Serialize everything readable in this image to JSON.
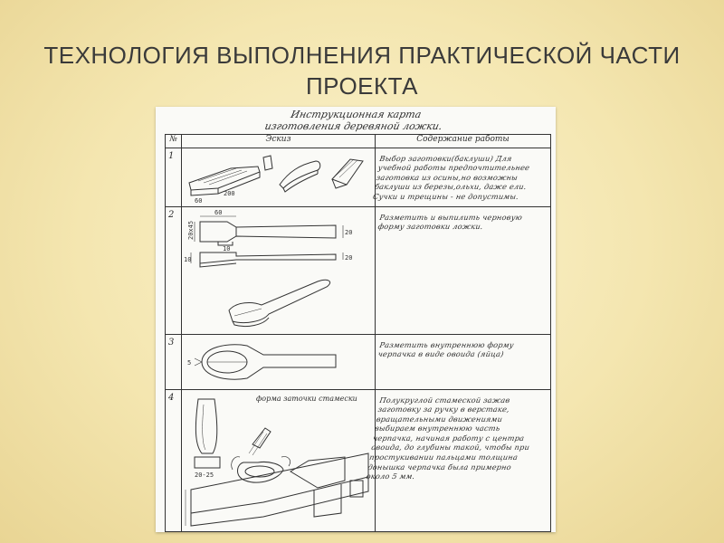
{
  "slide": {
    "title_line1": "ТЕХНОЛОГИЯ ВЫПОЛНЕНИЯ ПРАКТИЧЕСКОЙ ЧАСТИ",
    "title_line2": "ПРОЕКТА"
  },
  "card": {
    "title_line1": "Инструкционная карта",
    "title_line2": "изготовления деревяной ложки.",
    "headers": {
      "no": "№",
      "sketch": "Эскиз",
      "content": "Содержание работы"
    },
    "rows": [
      {
        "no": "1",
        "text": "Выбор заготовки(баклуши) Для учебной работы предпочтительнее заготовка из осины,но возможны баклуши из березы,ольхи, даже ели. Сучки и трещины - не допустимы.",
        "dims": {
          "a": "60",
          "b": "200"
        }
      },
      {
        "no": "2",
        "text": "Разметить и выпилить черновую форму заготовки ложки.",
        "dims": {
          "a": "60",
          "b": "20x45",
          "c": "10",
          "d": "20",
          "e": "10",
          "f": "20"
        }
      },
      {
        "no": "3",
        "text": "Разметить внутреннюю форму черпачка в виде овоида (яйца)",
        "dims": {
          "a": "5"
        }
      },
      {
        "no": "4",
        "text": "Полукруглой стамеской зажав заготовку за ручку в верстаке, вращательными движениями выбираем внутреннюю часть черпачка, начиная работу с центра овоида, до глубины такой, чтобы при простукивании пальцами толщина донышка черпачка была примерно около 5 мм.",
        "label": "форма заточки стамески",
        "dims": {
          "a": "20-25"
        }
      }
    ]
  }
}
